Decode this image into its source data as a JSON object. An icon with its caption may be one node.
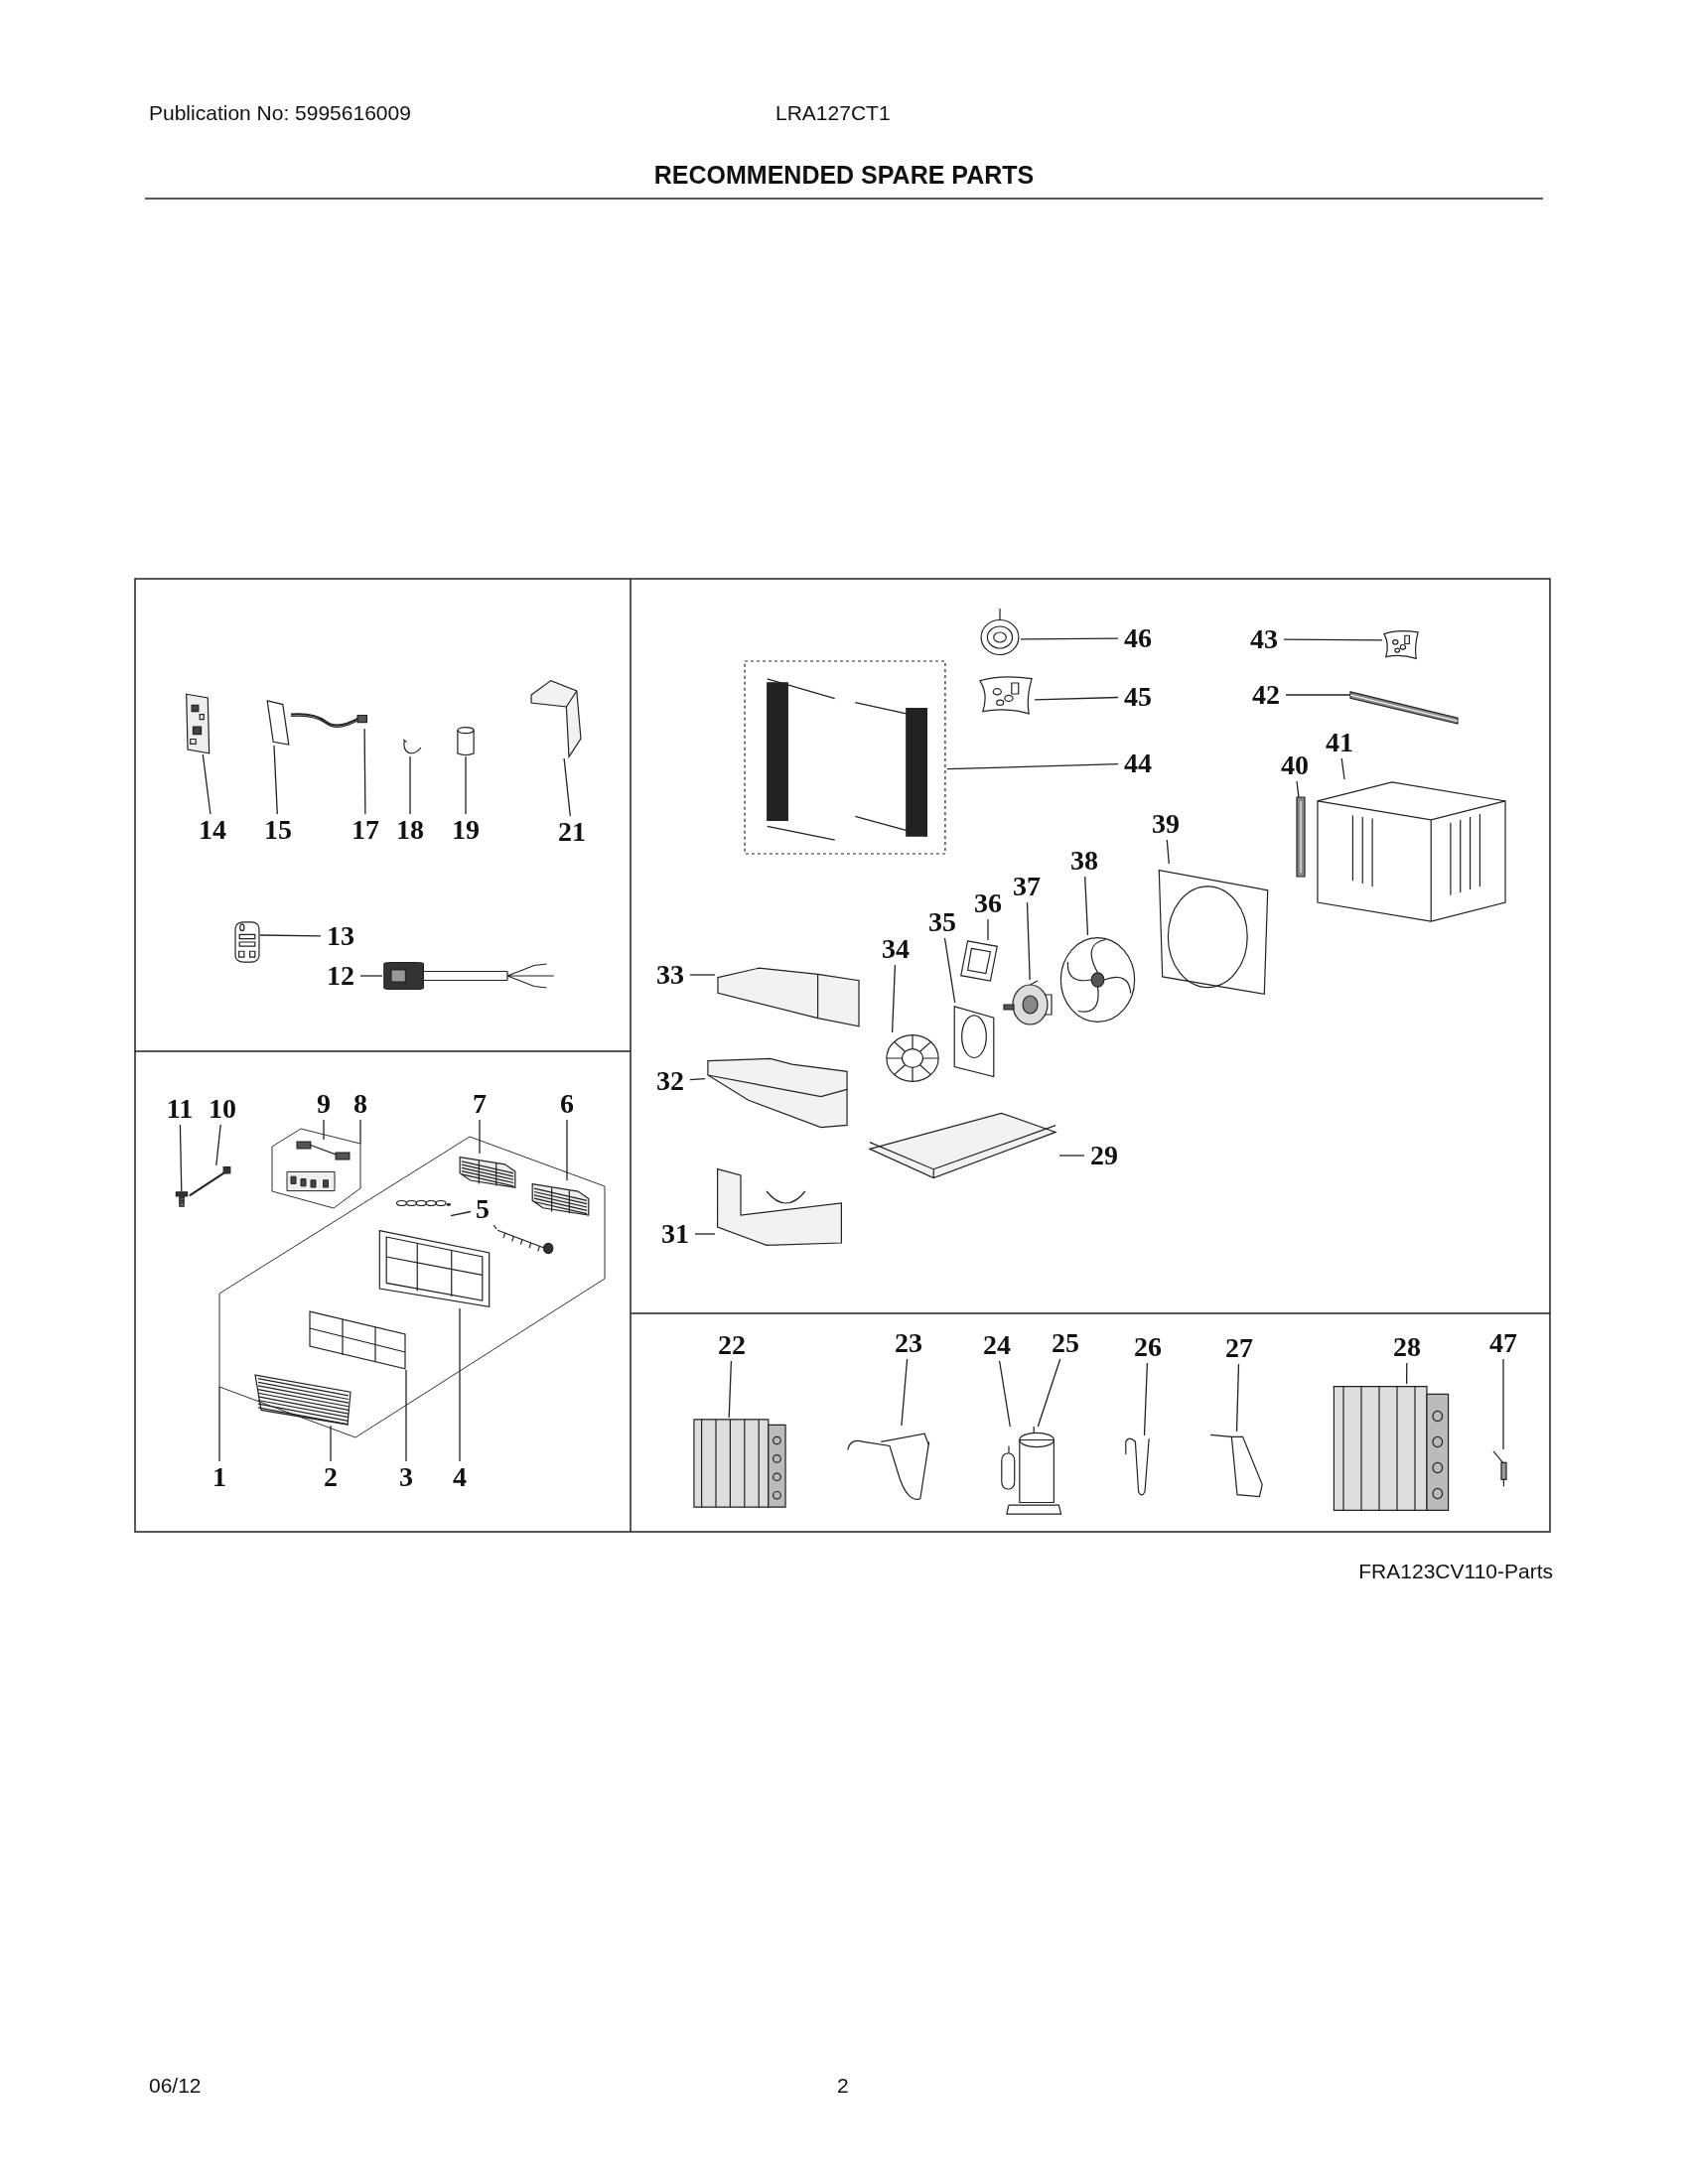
{
  "diagram": {
    "title": "RECOMMENDED SPARE PARTS",
    "nodes": [
      {
        "text": [
          "14"
        ]
      },
      {
        "text": [],
        "shape": "picture"
      },
      {
        "text": [
          "15"
        ]
      },
      {
        "text": [],
        "shape": "picture"
      },
      {
        "text": [
          "17"
        ]
      },
      {
        "text": [],
        "shape": "picture"
      },
      {
        "text": [
          "18"
        ]
      },
      {
        "text": [],
        "shape": "picture"
      },
      {
        "text": [
          "19"
        ]
      },
      {
        "text": [],
        "shape": "picture"
      },
      {
        "text": [
          "21"
        ]
      },
      {
        "text": [],
        "shape": "picture"
      },
      {
        "text": [
          "13"
        ]
      },
      {
        "text": [],
        "shape": "picture"
      },
      {
        "text": [
          "12"
        ]
      },
      {
        "text": [],
        "shape": "picture"
      },
      {
        "text": [
          "11"
        ]
      },
      {
        "text": [],
        "shape": "picture"
      },
      {
        "text": [
          "10"
        ]
      },
      {
        "text": [],
        "shape": "picture"
      },
      {
        "text": [
          "9"
        ]
      },
      {
        "text": [
          "8"
        ]
      },
      {
        "text": [],
        "shape": "box"
      },
      {
        "text": [],
        "shape": "picture",
        "in": 22
      },
      {
        "text": [
          "7"
        ]
      },
      {
        "text": [
          "6"
        ]
      },
      {
        "text": [],
        "shape": "box"
      },
      {
        "text": [],
        "shape": "picture",
        "in": 26
      },
      {
        "text": [],
        "shape": "picture",
        "in": 26
      },
      {
        "text": [
          "5"
        ],
        "in": 26
      },
      {
        "text": [],
        "shape": "picture",
        "in": 26
      },
      {
        "text": [],
        "shape": "picture",
        "in": 26
      },
      {
        "text": [],
        "shape": "picture",
        "in": 26
      },
      {
        "text": [],
        "shape": "picture",
        "in": 26
      },
      {
        "text": [],
        "shape": "picture",
        "in": 26
      },
      {
        "text": [
          "1"
        ]
      },
      {
        "text": [
          "2"
        ]
      },
      {
        "text": [
          "3"
        ]
      },
      {
        "text": [
          "4"
        ]
      },
      {
        "text": [
          "46"
        ]
      },
      {
        "text": [],
        "shape": "picture"
      },
      {
        "text": [
          "43"
        ]
      },
      {
        "text": [],
        "shape": "picture"
      },
      {
        "text": [
          "45"
        ]
      },
      {
        "text": [],
        "shape": "picture"
      },
      {
        "text": [
          "42"
        ]
      },
      {
        "text": [],
        "shape": "picture"
      },
      {
        "text": [
          "44"
        ]
      },
      {
        "text": [],
        "shape": "picture"
      },
      {
        "text": [
          "41"
        ]
      },
      {
        "text": [
          "40"
        ]
      },
      {
        "text": [],
        "shape": "picture"
      },
      {
        "text": [],
        "shape": "picture"
      },
      {
        "text": [
          "39"
        ]
      },
      {
        "text": [],
        "shape": "picture"
      },
      {
        "text": [
          "38"
        ]
      },
      {
        "text": [
          "37"
        ]
      },
      {
        "text": [
          "36"
        ]
      },
      {
        "text": [
          "35"
        ]
      },
      {
        "text": [
          "34"
        ]
      },
      {
        "text": [],
        "shape": "picture"
      },
      {
        "text": [],
        "shape": "picture"
      },
      {
        "text": [],
        "shape": "picture"
      },
      {
        "text": [
          "33"
        ]
      },
      {
        "text": [],
        "shape": "picture"
      },
      {
        "text": [],
        "shape": "picture"
      },
      {
        "text": [],
        "shape": "picture"
      },
      {
        "text": [
          "32"
        ]
      },
      {
        "text": [],
        "shape": "picture"
      },
      {
        "text": [],
        "shape": "picture"
      },
      {
        "text": [
          "29"
        ]
      },
      {
        "text": [
          "31"
        ]
      },
      {
        "text": [],
        "shape": "picture"
      },
      {
        "text": [
          "22"
        ]
      },
      {
        "text": [
          "23"
        ]
      },
      {
        "text": [
          "24"
        ]
      },
      {
        "text": [
          "25"
        ]
      },
      {
        "text": [
          "26"
        ]
      },
      {
        "text": [
          "27"
        ]
      },
      {
        "text": [
          "28"
        ]
      },
      {
        "text": [
          "47"
        ]
      },
      {
        "text": [],
        "shape": "picture"
      },
      {
        "text": [],
        "shape": "picture"
      },
      {
        "text": [],
        "shape": "picture"
      },
      {
        "text": [],
        "shape": "picture"
      },
      {
        "text": [],
        "shape": "picture"
      },
      {
        "text": [],
        "shape": "picture"
      },
      {
        "text": [],
        "shape": "picture"
      }
    ],
    "edges": [
      {
        "from": 0,
        "to": 1,
        "arrow": "none"
      },
      {
        "from": 2,
        "to": 3,
        "arrow": "none"
      },
      {
        "from": 4,
        "to": 5,
        "arrow": "none"
      },
      {
        "from": 6,
        "to": 7,
        "arrow": "none"
      },
      {
        "from": 8,
        "to": 9,
        "arrow": "none"
      },
      {
        "from": 10,
        "to": 11,
        "arrow": "none"
      },
      {
        "from": 12,
        "to": 13,
        "arrow": "none"
      },
      {
        "from": 14,
        "to": 15,
        "arrow": "none"
      },
      {
        "from": 16,
        "to": 17,
        "arrow": "none"
      },
      {
        "from": 18,
        "to": 19,
        "arrow": "none"
      },
      {
        "from": 20,
        "to": 23,
        "arrow": "none"
      },
      {
        "from": 21,
        "to": 22,
        "arrow": "none"
      },
      {
        "from": 24,
        "to": 27,
        "arrow": "none"
      },
      {
        "from": 25,
        "to": 28,
        "arrow": "none"
      },
      {
        "from": 29,
        "to": 30,
        "arrow": "none"
      },
      {
        "from": 29,
        "to": 31,
        "arrow": "none"
      },
      {
        "from": 35,
        "to": 26,
        "arrow": "none"
      },
      {
        "from": 36,
        "to": 34,
        "arrow": "none"
      },
      {
        "from": 37,
        "to": 33,
        "arrow": "none"
      },
      {
        "from": 38,
        "to": 32,
        "arrow": "none"
      },
      {
        "from": 39,
        "to": 40,
        "arrow": "none"
      },
      {
        "from": 41,
        "to": 42,
        "arrow": "none"
      },
      {
        "from": 43,
        "to": 44,
        "arrow": "none"
      },
      {
        "from": 45,
        "to": 46,
        "arrow": "none"
      },
      {
        "from": 47,
        "to": 48,
        "arrow": "none"
      },
      {
        "from": 49,
        "to": 52,
        "arrow": "none"
      },
      {
        "from": 50,
        "to": 51,
        "arrow": "none"
      },
      {
        "from": 53,
        "to": 54,
        "arrow": "none"
      },
      {
        "from": 55,
        "to": 62,
        "arrow": "none"
      },
      {
        "from": 56,
        "to": 61,
        "arrow": "none"
      },
      {
        "from": 57,
        "to": 60,
        "arrow": "none"
      },
      {
        "from": 58,
        "to": 65,
        "arrow": "none"
      },
      {
        "from": 59,
        "to": 66,
        "arrow": "none"
      },
      {
        "from": 63,
        "to": 64,
        "arrow": "none"
      },
      {
        "from": 67,
        "to": 68,
        "arrow": "none"
      },
      {
        "from": 70,
        "to": 69,
        "arrow": "none"
      },
      {
        "from": 71,
        "to": 72,
        "arrow": "none"
      },
      {
        "from": 73,
        "to": 81,
        "arrow": "none"
      },
      {
        "from": 74,
        "to": 82,
        "arrow": "none"
      },
      {
        "from": 75,
        "to": 83,
        "arrow": "none"
      },
      {
        "from": 76,
        "to": 83,
        "arrow": "none"
      },
      {
        "from": 77,
        "to": 84,
        "arrow": "none"
      },
      {
        "from": 78,
        "to": 85,
        "arrow": "none"
      },
      {
        "from": 79,
        "to": 86,
        "arrow": "none"
      },
      {
        "from": 80,
        "to": 87,
        "arrow": "none"
      }
    ],
    "labels": [
      "Publication No: 5995616009",
      "LRA127CT1",
      "FRA123CV110-Parts",
      "06/12",
      "2"
    ]
  }
}
